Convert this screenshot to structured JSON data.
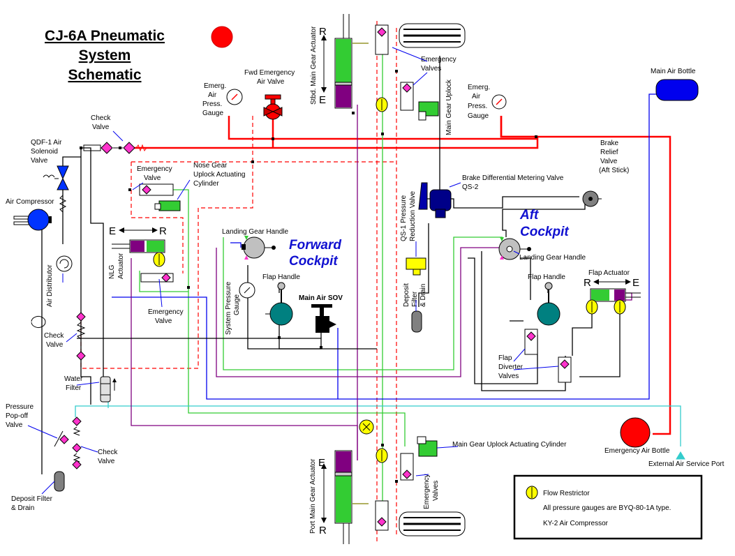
{
  "title": {
    "line1": "CJ-6A Pneumatic",
    "line2": "System",
    "line3": "Schematic"
  },
  "cockpits": {
    "forward_line1": "Forward",
    "forward_line2": "Cockpit",
    "aft_line1": "Aft",
    "aft_line2": "Cockpit"
  },
  "labels": {
    "air_compressor": "Air Compressor",
    "qdf_line1": "QDF-1 Air",
    "qdf_line2": "Solenoid",
    "qdf_line3": "Valve",
    "check_valve_top_1": "Check",
    "check_valve_top_2": "Valve",
    "emerg_gauge_l1": "Emerg.",
    "emerg_gauge_l2": "Air",
    "emerg_gauge_l3": "Press.",
    "emerg_gauge_l4": "Gauge",
    "fwd_emerg_l1": "Fwd Emergency",
    "fwd_emerg_l2": "Air Valve",
    "stbd_actuator": "Stbd. Main Gear Actuator",
    "emerg_valves_top_l1": "Emergency",
    "emerg_valves_top_l2": "Valves",
    "main_gear_uplock": "Main Gear Uplock",
    "emerg_gauge2_l1": "Emerg.",
    "emerg_gauge2_l2": "Air",
    "emerg_gauge2_l3": "Press.",
    "emerg_gauge2_l4": "Gauge",
    "main_air_bottle": "Main Air Bottle",
    "brake_relief_l1": "Brake",
    "brake_relief_l2": "Relief",
    "brake_relief_l3": "Valve",
    "brake_relief_l4": "(Aft Stick)",
    "brake_diff_l1": "Brake Differential Metering Valve",
    "brake_diff_l2": "QS-2",
    "qs1_l1": "QS-1 Pressure",
    "qs1_l2": "Reduction Valve",
    "emerg_valve_nose_l1": "Emergency",
    "emerg_valve_nose_l2": "Valve",
    "nose_uplock_l1": "Nose Gear",
    "nose_uplock_l2": "Uplock Actuating",
    "nose_uplock_l3": "Cylinder",
    "e_letter": "E",
    "r_letter": "R",
    "nlg_l1": "NLG",
    "nlg_l2": "Actuator",
    "air_distributor": "Air Distributor",
    "emerg_valve_nlg_l1": "Emergency",
    "emerg_valve_nlg_l2": "Valve",
    "landing_gear_handle_fwd": "Landing Gear Handle",
    "landing_gear_handle_aft": "Landing Gear Handle",
    "flap_handle_fwd": "Flap Handle",
    "flap_handle_aft": "Flap Handle",
    "main_air_sov": "Main Air SOV",
    "sys_press_l1": "System Pressure",
    "sys_press_l2": "Gauge",
    "deposit_mid_l1": "Deposit",
    "deposit_mid_l2": "Filter",
    "deposit_mid_l3": "& Drain",
    "flap_actuator": "Flap Actuator",
    "flap_div_l1": "Flap",
    "flap_div_l2": "Diverter",
    "flap_div_l3": "Valves",
    "check_valve_left_l1": "Check",
    "check_valve_left_l2": "Valve",
    "water_filter_l1": "Water",
    "water_filter_l2": "Filter",
    "popoff_l1": "Pressure",
    "popoff_l2": "Pop-off",
    "popoff_l3": "Valve",
    "check_valve_bot_l1": "Check",
    "check_valve_bot_l2": "Valve",
    "deposit_left_l1": "Deposit Filter",
    "deposit_left_l2": "& Drain",
    "port_actuator": "Port Main Gear Actuator",
    "emerg_valves_bot_l1": "Emergency",
    "emerg_valves_bot_l2": "Valves",
    "uplock_cyl": "Main Gear Uplock Actuating Cylinder",
    "emerg_air_bottle": "Emergency Air Bottle",
    "ext_service_port": "External Air Service Port"
  },
  "legend": {
    "flow_restrictor": "Flow Restrictor",
    "note1": "All pressure gauges are BYQ-80-1A type.",
    "note2": "KY-2 Air Compressor"
  },
  "colors": {
    "red": "#ff0000",
    "green": "#33cc33",
    "cyan": "#33cccc",
    "blue": "#0000ee",
    "purple": "#800080",
    "black": "#000000",
    "teal": "#008080",
    "magenta": "#ff33cc",
    "yellow": "#ffff00",
    "olive": "#808000"
  }
}
